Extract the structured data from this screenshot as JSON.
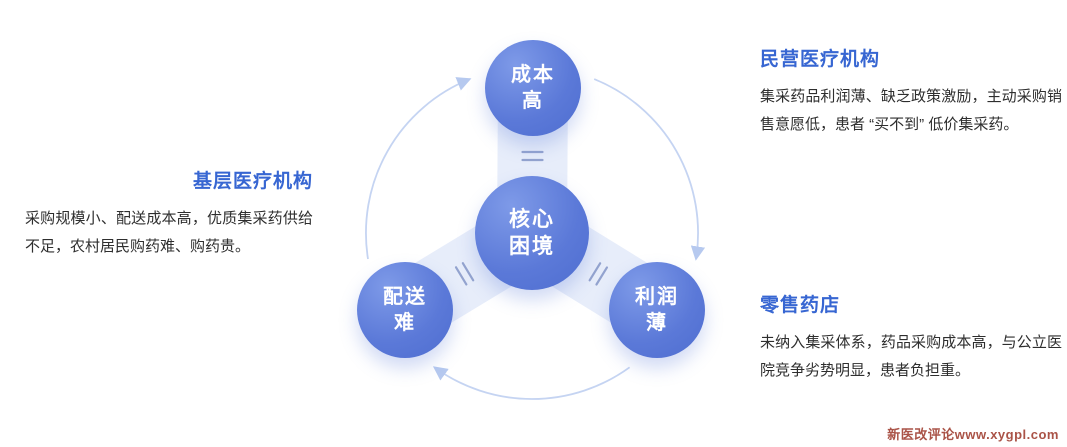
{
  "diagram": {
    "center": {
      "label": "核心\n困境"
    },
    "nodes": {
      "cost": {
        "label": "成本\n高"
      },
      "delivery": {
        "label": "配送\n难"
      },
      "profit": {
        "label": "利润\n薄"
      }
    }
  },
  "sections": {
    "grassroots": {
      "title": "基层医疗机构",
      "body": "采购规模小、配送成本高，优质集采药供给不足，农村居民购药难、购药贵。"
    },
    "private": {
      "title": "民营医疗机构",
      "body": "集采药品利润薄、缺乏政策激励，主动采购销售意愿低，患者 “买不到” 低价集采药。"
    },
    "retail": {
      "title": "零售药店",
      "body": "未纳入集采体系，药品采购成本高，与公立医院竞争劣势明显，患者负担重。"
    }
  },
  "watermark": {
    "text": "新医改评论www.xygpl.com"
  },
  "colors": {
    "node_blue": "#5b79d8",
    "heading_blue": "#3766d2",
    "spoke_light_blue": "#e7edfa",
    "ring_blue": "#c5d4f2",
    "watermark_red": "#aa5347",
    "body_text": "#2e2e2e"
  }
}
